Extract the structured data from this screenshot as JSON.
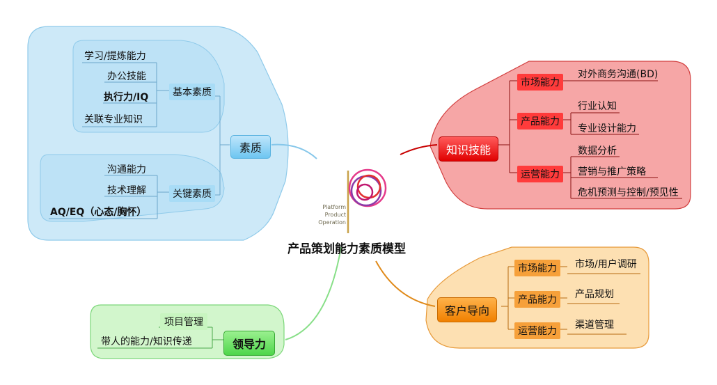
{
  "center": {
    "title": "产品策划能力素质模型",
    "logo_lines": [
      "Platform",
      "Product",
      "Operation"
    ]
  },
  "branches": {
    "quality": {
      "label": "素质",
      "basic": {
        "label": "基本素质",
        "items": [
          "学习/提炼能力",
          "办公技能",
          "执行力/IQ",
          "关联专业知识"
        ]
      },
      "key": {
        "label": "关键素质",
        "items": [
          "沟通能力",
          "技术理解",
          "AQ/EQ（心态/胸怀）"
        ]
      }
    },
    "knowledge": {
      "label": "知识技能",
      "market": {
        "label": "市场能力",
        "items": [
          "对外商务沟通(BD)"
        ]
      },
      "product": {
        "label": "产品能力",
        "items": [
          "行业认知",
          "专业设计能力"
        ]
      },
      "operation": {
        "label": "运营能力",
        "items": [
          "数据分析",
          "营销与推广策略",
          "危机预测与控制/预见性"
        ]
      }
    },
    "customer": {
      "label": "客户导向",
      "market": {
        "label": "市场能力",
        "items": [
          "市场/用户调研"
        ]
      },
      "product": {
        "label": "产品能力",
        "items": [
          "产品规划"
        ]
      },
      "operation": {
        "label": "运营能力",
        "items": [
          "渠道管理"
        ]
      }
    },
    "leadership": {
      "label": "领导力",
      "items": [
        "项目管理",
        "带人的能力/知识传递"
      ]
    }
  },
  "colors": {
    "blue_region": "#cde9f8",
    "red_region": "#f6a6a6",
    "orange_region": "#fde0b2",
    "green_region": "#d2f6cc"
  }
}
